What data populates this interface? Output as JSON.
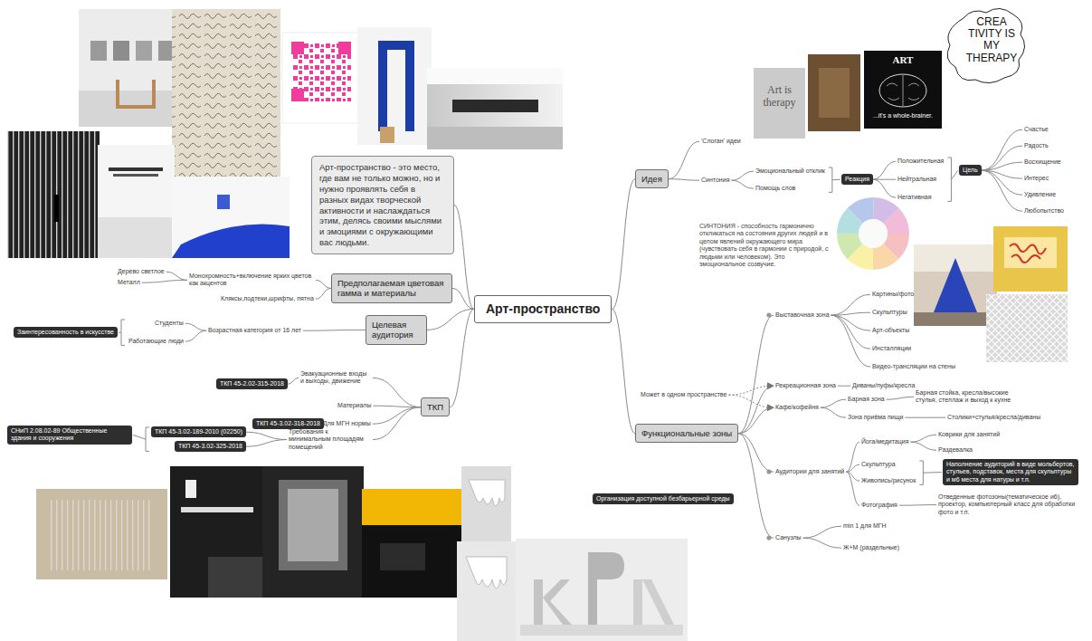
{
  "diagram": {
    "nodes": [
      {
        "text": [
          "Арт-пространство"
        ]
      },
      {
        "text": [
          "Арт-пространство - это место, где вам не только можно, но и нужно проявлять себя в разных видах творческой активности и наслаждаться этим, делясь своими мыслями и эмоциями с окружающими вас людьми."
        ]
      },
      {
        "text": [
          "Предполагаемая цветовая гамма и материалы"
        ]
      },
      {
        "text": [
          "Монохромность+включение ярких цветов как акцентов"
        ]
      },
      {
        "text": [
          "Кляксы,подтеки,шрифты, пятна"
        ]
      },
      {
        "text": [
          "Дерево светлое"
        ]
      },
      {
        "text": [
          "Металл"
        ]
      },
      {
        "text": [
          "Целевая аудитория"
        ]
      },
      {
        "text": [
          "Возрастная категория от 16 лет"
        ]
      },
      {
        "text": [
          "Студенты"
        ]
      },
      {
        "text": [
          "Работающие люди"
        ]
      },
      {
        "text": [
          "Заинтересованность в искусстве"
        ]
      },
      {
        "text": [
          "ТКП"
        ]
      },
      {
        "text": [
          "Эвакуационные входы и выходы, движение"
        ]
      },
      {
        "text": [
          "Материалы"
        ]
      },
      {
        "text": [
          "Для МГН нормы"
        ]
      },
      {
        "text": [
          "Требования к минимальным площадям помещений"
        ]
      },
      {
        "text": [
          "ТКП 45-2.02-315-2018"
        ]
      },
      {
        "text": [
          "ТКП 45-3.02-318-2018"
        ]
      },
      {
        "text": [
          "ТКП 45-3.02-189-2010 (02250)"
        ]
      },
      {
        "text": [
          "ТКП 45-3.02-325-2018"
        ]
      },
      {
        "text": [
          "СНиП 2.08.02-89 Общественные здания и сооружения"
        ]
      },
      {
        "text": [
          "Идея"
        ]
      },
      {
        "text": [
          "'Слоган' идеи"
        ]
      },
      {
        "text": [
          "Синтония"
        ]
      },
      {
        "text": [
          "Эмоциональный отклик"
        ]
      },
      {
        "text": [
          "Помощь слов"
        ]
      },
      {
        "text": [
          "Реакция"
        ]
      },
      {
        "text": [
          "Положительная"
        ]
      },
      {
        "text": [
          "Нейтральная"
        ]
      },
      {
        "text": [
          "Негативная"
        ]
      },
      {
        "text": [
          "Цель"
        ]
      },
      {
        "text": [
          "Счастье"
        ]
      },
      {
        "text": [
          "Радость"
        ]
      },
      {
        "text": [
          "Восхищение"
        ]
      },
      {
        "text": [
          "Интерес"
        ]
      },
      {
        "text": [
          "Удивление"
        ]
      },
      {
        "text": [
          "Любопытство"
        ]
      },
      {
        "text": [
          "Функциональные зоны"
        ]
      },
      {
        "text": [
          "Выставочная зона"
        ]
      },
      {
        "text": [
          "Картины/фото"
        ]
      },
      {
        "text": [
          "Скульптуры"
        ]
      },
      {
        "text": [
          "Арт-объекты"
        ]
      },
      {
        "text": [
          "Инсталляции"
        ]
      },
      {
        "text": [
          "Видео-трансляции на стены"
        ]
      },
      {
        "text": [
          "Может в одном пространстве"
        ]
      },
      {
        "text": [
          "Рекреационная зона"
        ]
      },
      {
        "text": [
          "Диваны/пуфы/кресла"
        ]
      },
      {
        "text": [
          "Кафе/кофейня"
        ]
      },
      {
        "text": [
          "Барная зона"
        ]
      },
      {
        "text": [
          "Барная стойка, кресла/высокие стулья, стеллаж и выход к кухне"
        ]
      },
      {
        "text": [
          "Зона приёма пищи"
        ]
      },
      {
        "text": [
          "Столики+стулья/кресла/диваны"
        ]
      },
      {
        "text": [
          "Аудитории для занятий"
        ]
      },
      {
        "text": [
          "Йога/медитация"
        ]
      },
      {
        "text": [
          "Коврики для занятий"
        ]
      },
      {
        "text": [
          "Раздевалка"
        ]
      },
      {
        "text": [
          "Скульптура"
        ]
      },
      {
        "text": [
          "Живопись/рисунок"
        ]
      },
      {
        "text": [
          "Наполнение аудиторий в виде мольбертов, стульев, подставок, места для скульптуры и м6 места для натуры и т.п."
        ]
      },
      {
        "text": [
          "Фотография"
        ]
      },
      {
        "text": [
          "Отведенные фотозоны(тематическое и6), проектор, компьютерный класс для обработки фото и т.п."
        ]
      },
      {
        "text": [
          "Санузлы"
        ]
      },
      {
        "text": [
          "min 1 для МГН"
        ]
      },
      {
        "text": [
          "Ж+М (раздельные)"
        ]
      },
      {
        "text": [
          "Организация доступной безбарьерной среды"
        ]
      }
    ],
    "edges": [
      {
        "from": 0,
        "to": 1,
        "arrow": "none"
      },
      {
        "from": 0,
        "to": 2,
        "arrow": "none"
      },
      {
        "from": 2,
        "to": 3,
        "arrow": "none"
      },
      {
        "from": 2,
        "to": 4,
        "arrow": "none"
      },
      {
        "from": 3,
        "to": 5,
        "arrow": "none"
      },
      {
        "from": 3,
        "to": 6,
        "arrow": "none"
      },
      {
        "from": 0,
        "to": 7,
        "arrow": "none"
      },
      {
        "from": 7,
        "to": 8,
        "arrow": "none"
      },
      {
        "from": 8,
        "to": 9,
        "arrow": "none"
      },
      {
        "from": 8,
        "to": 10,
        "arrow": "none"
      },
      {
        "from": 0,
        "to": 12,
        "arrow": "none"
      },
      {
        "from": 12,
        "to": 13,
        "arrow": "none"
      },
      {
        "from": 12,
        "to": 14,
        "arrow": "none"
      },
      {
        "from": 12,
        "to": 15,
        "arrow": "none"
      },
      {
        "from": 12,
        "to": 16,
        "arrow": "none"
      },
      {
        "from": 13,
        "to": 17,
        "arrow": "none"
      },
      {
        "from": 15,
        "to": 18,
        "arrow": "none"
      },
      {
        "from": 16,
        "to": 19,
        "arrow": "none"
      },
      {
        "from": 16,
        "to": 20,
        "arrow": "none"
      },
      {
        "from": 0,
        "to": 22,
        "arrow": "none"
      },
      {
        "from": 22,
        "to": 23,
        "arrow": "none"
      },
      {
        "from": 22,
        "to": 24,
        "arrow": "none"
      },
      {
        "from": 24,
        "to": 25,
        "arrow": "none"
      },
      {
        "from": 24,
        "to": 26,
        "arrow": "none"
      },
      {
        "from": 27,
        "to": 28,
        "arrow": "none"
      },
      {
        "from": 27,
        "to": 29,
        "arrow": "none"
      },
      {
        "from": 27,
        "to": 30,
        "arrow": "none"
      },
      {
        "from": 31,
        "to": 32,
        "arrow": "none"
      },
      {
        "from": 31,
        "to": 33,
        "arrow": "none"
      },
      {
        "from": 31,
        "to": 34,
        "arrow": "none"
      },
      {
        "from": 31,
        "to": 35,
        "arrow": "none"
      },
      {
        "from": 31,
        "to": 36,
        "arrow": "none"
      },
      {
        "from": 31,
        "to": 37,
        "arrow": "none"
      },
      {
        "from": 0,
        "to": 38,
        "arrow": "none"
      },
      {
        "from": 38,
        "to": 39,
        "arrow": "none"
      },
      {
        "from": 39,
        "to": 40,
        "arrow": "none"
      },
      {
        "from": 39,
        "to": 41,
        "arrow": "none"
      },
      {
        "from": 39,
        "to": 42,
        "arrow": "none"
      },
      {
        "from": 39,
        "to": 43,
        "arrow": "none"
      },
      {
        "from": 39,
        "to": 44,
        "arrow": "none"
      },
      {
        "from": 38,
        "to": 46,
        "arrow": "none"
      },
      {
        "from": 46,
        "to": 47,
        "arrow": "none"
      },
      {
        "from": 38,
        "to": 48,
        "arrow": "none"
      },
      {
        "from": 48,
        "to": 49,
        "arrow": "none"
      },
      {
        "from": 49,
        "to": 50,
        "arrow": "none"
      },
      {
        "from": 48,
        "to": 51,
        "arrow": "none"
      },
      {
        "from": 51,
        "to": 52,
        "arrow": "none"
      },
      {
        "from": 38,
        "to": 53,
        "arrow": "none"
      },
      {
        "from": 53,
        "to": 54,
        "arrow": "none"
      },
      {
        "from": 54,
        "to": 55,
        "arrow": "none"
      },
      {
        "from": 54,
        "to": 56,
        "arrow": "none"
      },
      {
        "from": 53,
        "to": 57,
        "arrow": "none"
      },
      {
        "from": 53,
        "to": 58,
        "arrow": "none"
      },
      {
        "from": 53,
        "to": 60,
        "arrow": "none"
      },
      {
        "from": 60,
        "to": 61,
        "arrow": "none"
      },
      {
        "from": 38,
        "to": 62,
        "arrow": "none"
      },
      {
        "from": 62,
        "to": 63,
        "arrow": "none"
      },
      {
        "from": 62,
        "to": 64,
        "arrow": "none"
      },
      {
        "from": 45,
        "to": 46,
        "arrow": "to"
      },
      {
        "from": 45,
        "to": 48,
        "arrow": "to"
      }
    ],
    "labels": [
      "СИНТОНИЯ - способность гармонично откликаться на состояния других людей и в целом явлений окружающего мира (чувствовать себя в гармонии с природой, с людьми или человеком). Это эмоциональное созвучие.",
      "Art is therapy",
      "ART",
      "...it's a whole-brainer.",
      "CREA TIVITY IS MY THERAPY"
    ]
  }
}
